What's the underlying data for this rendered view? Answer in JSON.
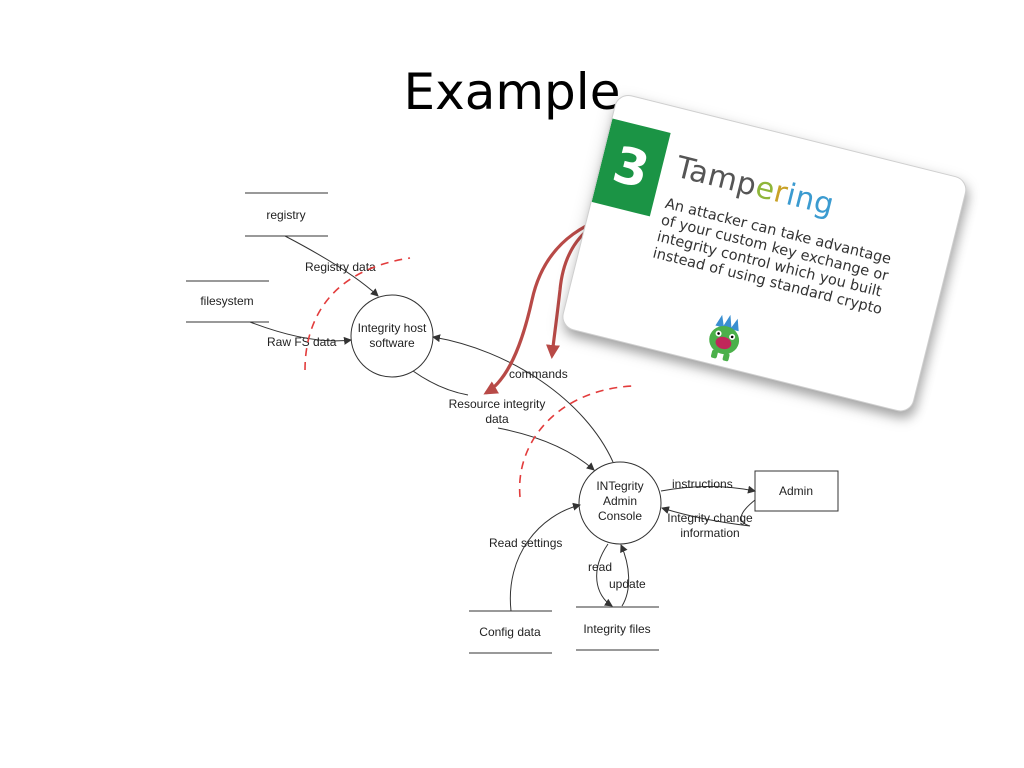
{
  "slide": {
    "title": "Example"
  },
  "diagram": {
    "stores": {
      "registry": "registry",
      "filesystem": "filesystem",
      "config_data": "Config data",
      "integrity_files": "Integrity files"
    },
    "processes": {
      "host_line1": "Integrity host",
      "host_line2": "software",
      "console_line1": "INTegrity",
      "console_line2": "Admin",
      "console_line3": "Console"
    },
    "external_entities": {
      "admin": "Admin"
    },
    "flows": {
      "registry_data": "Registry data",
      "raw_fs_data": "Raw FS data",
      "commands": "commands",
      "resource_integrity_line1": "Resource integrity",
      "resource_integrity_line2": "data",
      "instructions": "instructions",
      "integrity_change_line1": "Integrity change",
      "integrity_change_line2": "information",
      "read_settings": "Read settings",
      "read": "read",
      "update": "update"
    }
  },
  "threat_card": {
    "number": "3",
    "title_parts": [
      "Tamp",
      "e",
      "r",
      "ing"
    ],
    "lines": [
      "An attacker can take advantage",
      "of your custom key exchange or",
      "integrity control which you built",
      "instead of using standard crypto"
    ],
    "accent_color": "#1b9445"
  },
  "colors": {
    "trust_boundary": "#e23c3c",
    "pointer_arrow": "#b84a47"
  }
}
